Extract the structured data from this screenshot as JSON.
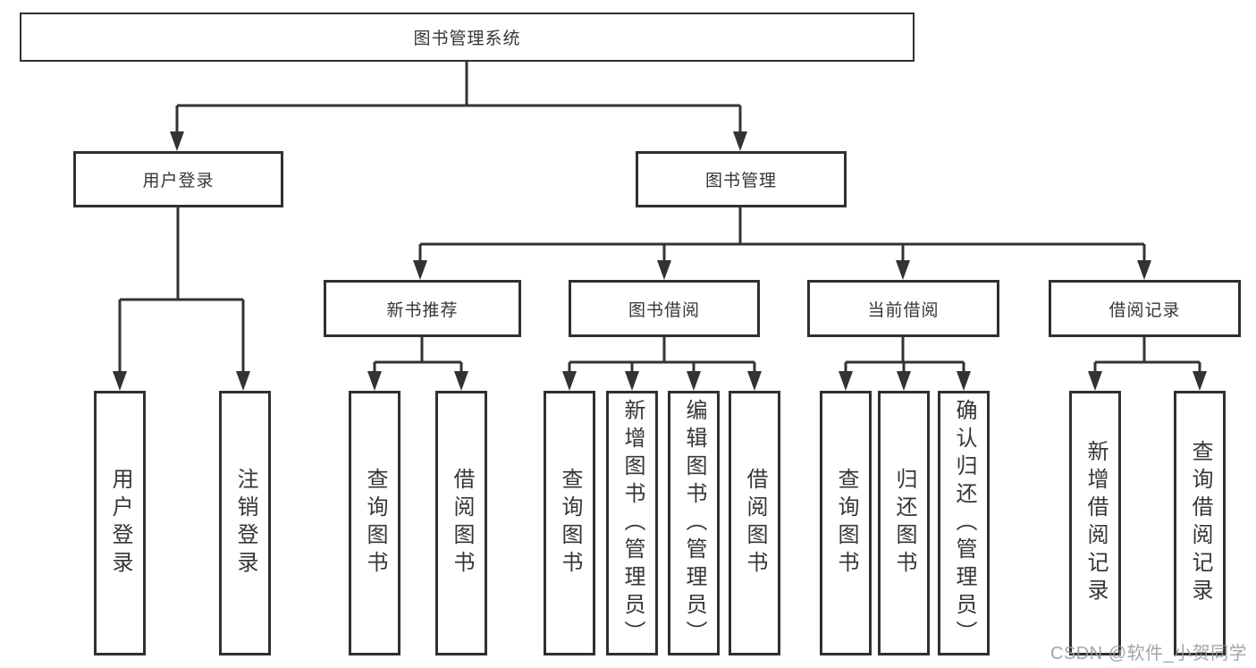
{
  "diagram": {
    "root": "图书管理系统",
    "level2": {
      "user_login": {
        "label": "用户登录",
        "children": [
          "用户登录",
          "注销登录"
        ]
      },
      "book_management": {
        "label": "图书管理",
        "children": {
          "new_books": {
            "label": "新书推荐",
            "children": [
              "查询图书",
              "借阅图书"
            ]
          },
          "book_borrowing": {
            "label": "图书借阅",
            "children": [
              "查询图书",
              "新增图书（管理员）",
              "编辑图书（管理员）",
              "借阅图书"
            ]
          },
          "current_borrowing": {
            "label": "当前借阅",
            "children": [
              "查询图书",
              "归还图书",
              "确认归还（管理员）"
            ]
          },
          "borrowing_records": {
            "label": "借阅记录",
            "children": [
              "新增借阅记录",
              "查询借阅记录"
            ]
          }
        }
      }
    }
  },
  "watermark": "CSDN @软件_小贺同学",
  "colors": {
    "line": "#333333",
    "box_border": "#303030",
    "text": "#363636",
    "background": "#ffffff",
    "watermark": "#94989e"
  }
}
